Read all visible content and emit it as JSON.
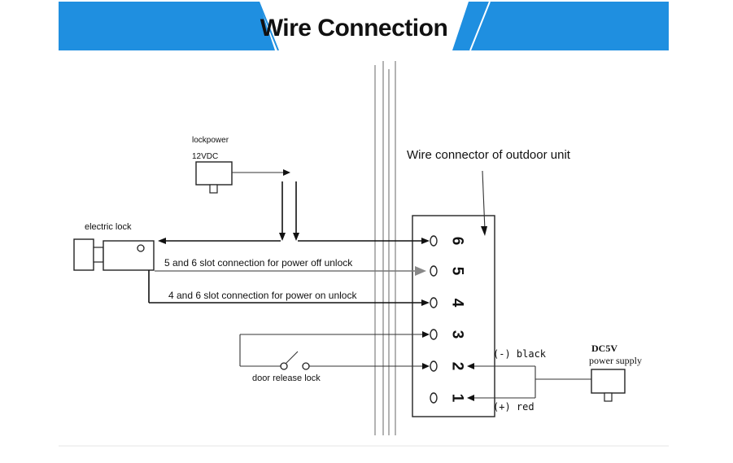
{
  "banner": {
    "title": "Wire Connection",
    "color": "#1f8fe0"
  },
  "labels": {
    "lock_power": "lockpower",
    "lock_voltage": "12VDC",
    "electric_lock": "electric lock",
    "connector_title": "Wire connector of outdoor unit",
    "slot56": "5 and 6 slot connection for power off unlock",
    "slot46": "4 and 6 slot connection for power on unlock",
    "door_release": "door release lock",
    "dc_power_1": "DC5V",
    "dc_power_2": "power supply",
    "neg_black": "(-) black",
    "pos_red": "(+) red"
  },
  "terminals": [
    "6",
    "5",
    "4",
    "3",
    "2",
    "1"
  ]
}
